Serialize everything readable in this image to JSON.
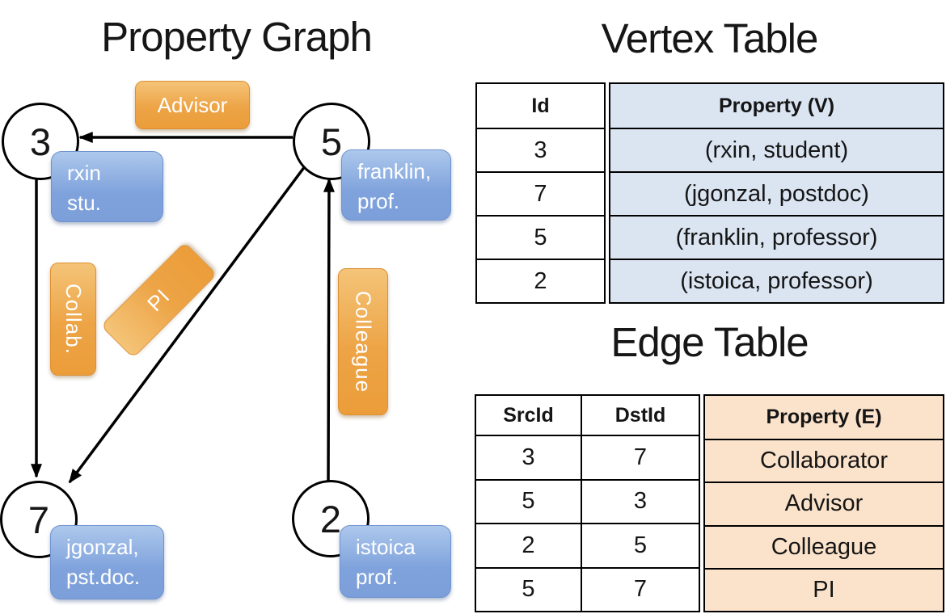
{
  "graph": {
    "title": "Property Graph",
    "nodes": [
      {
        "id": "3",
        "label_lines": [
          "rxin",
          "stu."
        ]
      },
      {
        "id": "5",
        "label_lines": [
          "franklin,",
          "prof."
        ]
      },
      {
        "id": "7",
        "label_lines": [
          "jgonzal,",
          "pst.doc."
        ]
      },
      {
        "id": "2",
        "label_lines": [
          "istoica",
          "prof."
        ]
      }
    ],
    "edge_labels": {
      "advisor": "Advisor",
      "collab": "Collab.",
      "pi": "PI",
      "colleague": "Colleague"
    }
  },
  "vertex_table": {
    "title": "Vertex Table",
    "columns": {
      "id": "Id",
      "property": "Property (V)"
    },
    "rows": [
      {
        "id": "3",
        "property": "(rxin, student)"
      },
      {
        "id": "7",
        "property": "(jgonzal, postdoc)"
      },
      {
        "id": "5",
        "property": "(franklin, professor)"
      },
      {
        "id": "2",
        "property": "(istoica, professor)"
      }
    ]
  },
  "edge_table": {
    "title": "Edge Table",
    "columns": {
      "src": "SrcId",
      "dst": "DstId",
      "property": "Property (E)"
    },
    "rows": [
      {
        "src": "3",
        "dst": "7",
        "property": "Collaborator"
      },
      {
        "src": "5",
        "dst": "3",
        "property": "Advisor"
      },
      {
        "src": "2",
        "dst": "5",
        "property": "Colleague"
      },
      {
        "src": "5",
        "dst": "7",
        "property": "PI"
      }
    ]
  },
  "colors": {
    "edge_label_fill": "#eda446",
    "vertex_label_fill": "#7fa2dc",
    "vertex_table_fill": "#dbe5f2",
    "edge_table_fill": "#fbe3cb",
    "line_color": "#000000"
  }
}
